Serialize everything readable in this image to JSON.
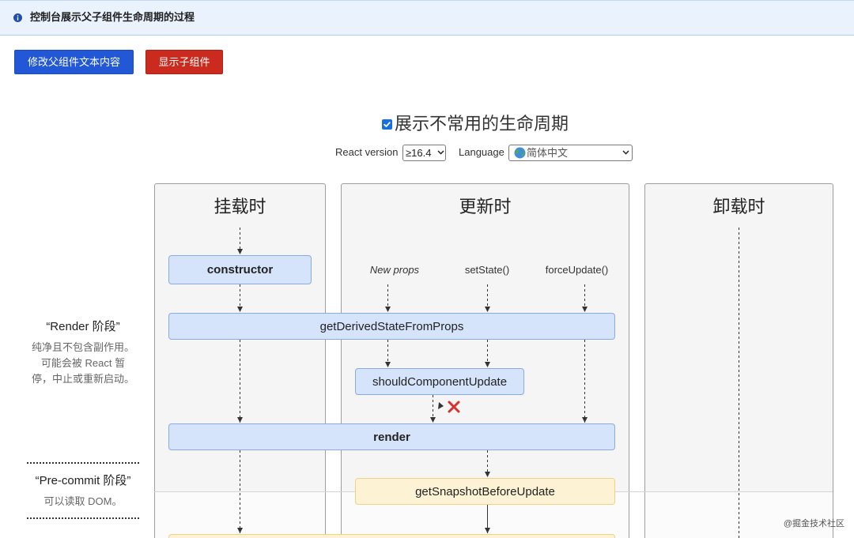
{
  "banner": {
    "icon": "info-icon",
    "text": "控制台展示父子组件生命周期的过程"
  },
  "actions": {
    "edit_parent_text": "修改父组件文本内容",
    "show_child": "显示子组件"
  },
  "controls": {
    "show_uncommon": {
      "label": "展示不常用的生命周期",
      "checked": true
    },
    "react_version": {
      "label": "React version",
      "value": "≥16.4",
      "icon": "chevron-down-icon"
    },
    "language": {
      "label": "Language",
      "value": "简体中文",
      "icon": "globe-icon"
    }
  },
  "phases": {
    "render": {
      "title": "“Render 阶段”",
      "description": [
        "纯净且不包含副作用。",
        "可能会被 React 暂",
        "停，中止或重新启动。"
      ]
    },
    "pre_commit": {
      "title": "“Pre-commit 阶段”",
      "description": [
        "可以读取 DOM。"
      ]
    }
  },
  "columns": {
    "mounting": "挂载时",
    "updating": "更新时",
    "unmounting": "卸载时"
  },
  "triggers": {
    "new_props": "New props",
    "set_state": "setState()",
    "force_update": "forceUpdate()"
  },
  "methods": {
    "constructor": "constructor",
    "get_derived_state_from_props": "getDerivedStateFromProps",
    "should_component_update": "shouldComponentUpdate",
    "render": "render",
    "get_snapshot_before_update": "getSnapshotBeforeUpdate"
  },
  "watermark": "@掘金技术社区",
  "colors": {
    "banner_bg": "#e9f2fd",
    "primary_button": "#2258d6",
    "danger_button": "#cb2a1e",
    "render_phase_method": "#d6e4fb",
    "pre_commit_phase_method": "#fdf3d4",
    "blocked_marker": "#d9302c"
  }
}
